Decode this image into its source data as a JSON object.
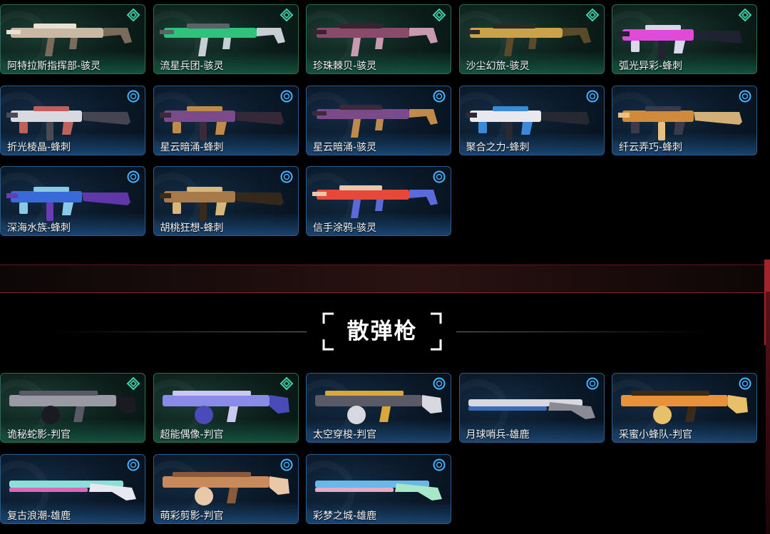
{
  "colors": {
    "green_border": "#2d6b55",
    "blue_border": "#2a5c8a",
    "accent_red": "#a3232d",
    "rarity_green": "#3fd2a8",
    "rarity_blue": "#48b4ff"
  },
  "top_section": {
    "cards": [
      {
        "name": "阿特拉斯指挥部-骇灵",
        "tier": "green",
        "rarity_icon": "diamond-rarity-icon",
        "weapon": "spectre",
        "palette": [
          "#c9b9a3",
          "#7a6b5b",
          "#e8e0d2"
        ]
      },
      {
        "name": "流星兵团-骇灵",
        "tier": "green",
        "rarity_icon": "diamond-rarity-icon",
        "weapon": "spectre",
        "palette": [
          "#2ec27a",
          "#c8cfd4",
          "#5a6268"
        ]
      },
      {
        "name": "珍珠棘贝-骇灵",
        "tier": "green",
        "rarity_icon": "diamond-rarity-icon",
        "weapon": "spectre",
        "palette": [
          "#8a4a6a",
          "#c89ab0",
          "#3a2330"
        ]
      },
      {
        "name": "沙尘幻旅-骇灵",
        "tier": "green",
        "rarity_icon": "diamond-rarity-icon",
        "weapon": "spectre",
        "palette": [
          "#c9a24a",
          "#5a4a2a",
          "#2a2a2a"
        ]
      },
      {
        "name": "弧光异彩-蜂刺",
        "tier": "green",
        "rarity_icon": "diamond-rarity-icon",
        "weapon": "stinger",
        "palette": [
          "#e04ad8",
          "#d8d8e8",
          "#222233"
        ]
      },
      {
        "name": "折光棱晶-蜂刺",
        "tier": "blue",
        "rarity_icon": "circle-rarity-icon",
        "weapon": "stinger",
        "palette": [
          "#d9d9e0",
          "#c0605a",
          "#4a4a55"
        ]
      },
      {
        "name": "星云暗涌-蜂刺",
        "tier": "blue",
        "rarity_icon": "circle-rarity-icon",
        "weapon": "stinger",
        "palette": [
          "#7a4a8a",
          "#c08a4a",
          "#3a2a3a"
        ]
      },
      {
        "name": "星云暗涌-骇灵",
        "tier": "blue",
        "rarity_icon": "circle-rarity-icon",
        "weapon": "spectre",
        "palette": [
          "#7a4a8a",
          "#c08a4a",
          "#3a2a3a"
        ]
      },
      {
        "name": "聚合之力-蜂刺",
        "tier": "blue",
        "rarity_icon": "circle-rarity-icon",
        "weapon": "stinger",
        "palette": [
          "#e8e8ee",
          "#3a8ad8",
          "#2a2a33"
        ]
      },
      {
        "name": "纤云弄巧-蜂刺",
        "tier": "blue",
        "rarity_icon": "circle-rarity-icon",
        "weapon": "stinger",
        "palette": [
          "#d08a3a",
          "#3a3a4a",
          "#e8c080"
        ]
      },
      {
        "name": "深海水族-蜂刺",
        "tier": "blue",
        "rarity_icon": "circle-rarity-icon",
        "weapon": "stinger",
        "palette": [
          "#3a6ad8",
          "#8ac8e8",
          "#6a3ab8"
        ]
      },
      {
        "name": "胡桃狂想-蜂刺",
        "tier": "blue",
        "rarity_icon": "circle-rarity-icon",
        "weapon": "stinger",
        "palette": [
          "#a87a4a",
          "#d8b87a",
          "#3a2a1a"
        ]
      },
      {
        "name": "信手涂鸦-骇灵",
        "tier": "blue",
        "rarity_icon": "circle-rarity-icon",
        "weapon": "spectre",
        "palette": [
          "#e8483a",
          "#5a6ad8",
          "#e8c8a8"
        ]
      }
    ]
  },
  "shotgun_section": {
    "title": "散弹枪",
    "cards": [
      {
        "name": "诡秘蛇影-判官",
        "tier": "green",
        "rarity_icon": "diamond-rarity-icon",
        "weapon": "judge",
        "palette": [
          "#9a9aa5",
          "#5a5a66",
          "#1a1a22"
        ]
      },
      {
        "name": "超能偶像-判官",
        "tier": "green",
        "rarity_icon": "diamond-rarity-icon",
        "weapon": "judge",
        "palette": [
          "#8a8ae8",
          "#c8c8f0",
          "#4a4ab8"
        ]
      },
      {
        "name": "太空穿梭-判官",
        "tier": "blue",
        "rarity_icon": "circle-rarity-icon",
        "weapon": "judge",
        "palette": [
          "#5a5a66",
          "#d8a83a",
          "#d8d8e0"
        ]
      },
      {
        "name": "月球哨兵-雄鹿",
        "tier": "blue",
        "rarity_icon": "circle-rarity-icon",
        "weapon": "bucky",
        "palette": [
          "#d8d8e0",
          "#3a6ab8",
          "#8a8a95"
        ]
      },
      {
        "name": "采蜜小蜂队-判官",
        "tier": "blue",
        "rarity_icon": "circle-rarity-icon",
        "weapon": "judge",
        "palette": [
          "#e8903a",
          "#3a2a1a",
          "#e8c06a"
        ]
      },
      {
        "name": "复古浪潮-雄鹿",
        "tier": "blue",
        "rarity_icon": "circle-rarity-icon",
        "weapon": "bucky",
        "palette": [
          "#8ae0d8",
          "#d86ab8",
          "#e8e8f0"
        ]
      },
      {
        "name": "萌彩剪影-判官",
        "tier": "blue",
        "rarity_icon": "circle-rarity-icon",
        "weapon": "judge",
        "palette": [
          "#c88a5a",
          "#8a5a3a",
          "#e8c8a8"
        ]
      },
      {
        "name": "彩梦之城-雄鹿",
        "tier": "blue",
        "rarity_icon": "circle-rarity-icon",
        "weapon": "bucky",
        "palette": [
          "#6ab8e8",
          "#e8a8c8",
          "#a8e8c8"
        ]
      }
    ]
  }
}
